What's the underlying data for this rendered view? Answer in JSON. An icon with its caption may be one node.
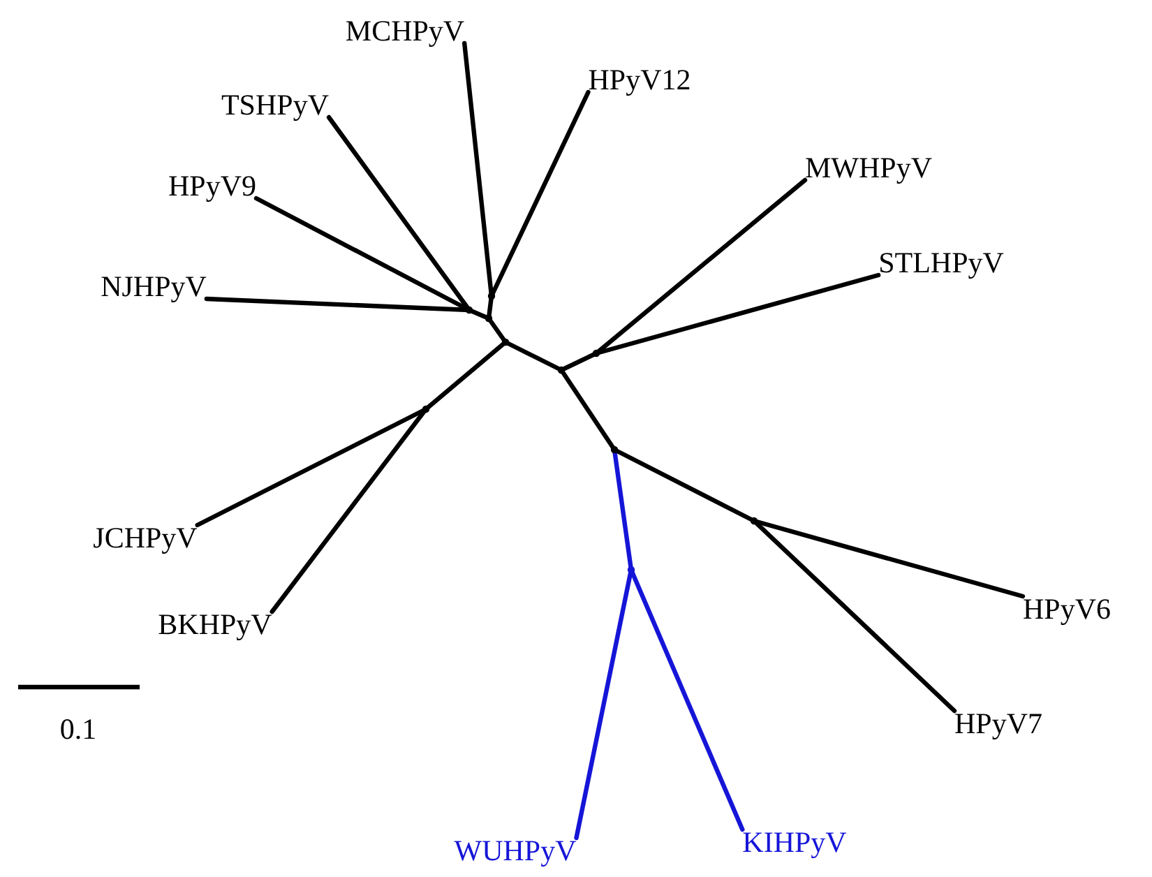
{
  "diagram": {
    "nodes": [
      {
        "text": [
          "MCHPyV"
        ]
      },
      {
        "text": [
          "HPyV12"
        ]
      },
      {
        "text": [
          "TSHPyV"
        ]
      },
      {
        "text": [
          "MWHPyV"
        ]
      },
      {
        "text": [
          "HPyV9"
        ]
      },
      {
        "text": [
          "STLHPyV"
        ]
      },
      {
        "text": [
          "NJHPyV"
        ]
      },
      {
        "text": [
          "JCHPyV"
        ]
      },
      {
        "text": [
          "BKHPyV"
        ]
      },
      {
        "text": [
          "HPyV6"
        ]
      },
      {
        "text": [
          "HPyV7"
        ]
      },
      {
        "text": [
          "KIHPyV"
        ]
      },
      {
        "text": [
          "WUHPyV"
        ]
      },
      {
        "text": [],
        "shape": "point"
      },
      {
        "text": [],
        "shape": "point"
      },
      {
        "text": [],
        "shape": "point"
      },
      {
        "text": [],
        "shape": "point"
      },
      {
        "text": [],
        "shape": "point"
      },
      {
        "text": [],
        "shape": "point"
      },
      {
        "text": [],
        "shape": "point"
      },
      {
        "text": [],
        "shape": "point"
      },
      {
        "text": [],
        "shape": "point"
      },
      {
        "text": [],
        "shape": "point"
      }
    ],
    "edges": [
      {
        "from": 16,
        "to": 0,
        "arrow": "none"
      },
      {
        "from": 16,
        "to": 1,
        "arrow": "none"
      },
      {
        "from": 14,
        "to": 2,
        "arrow": "none"
      },
      {
        "from": 14,
        "to": 4,
        "arrow": "none"
      },
      {
        "from": 14,
        "to": 6,
        "arrow": "none"
      },
      {
        "from": 15,
        "to": 14,
        "arrow": "none"
      },
      {
        "from": 15,
        "to": 16,
        "arrow": "none"
      },
      {
        "from": 17,
        "to": 15,
        "arrow": "none"
      },
      {
        "from": 17,
        "to": 13,
        "arrow": "none"
      },
      {
        "from": 13,
        "to": 7,
        "arrow": "none"
      },
      {
        "from": 13,
        "to": 8,
        "arrow": "none"
      },
      {
        "from": 17,
        "to": 18,
        "arrow": "none"
      },
      {
        "from": 18,
        "to": 19,
        "arrow": "none"
      },
      {
        "from": 19,
        "to": 3,
        "arrow": "none"
      },
      {
        "from": 19,
        "to": 5,
        "arrow": "none"
      },
      {
        "from": 18,
        "to": 20,
        "arrow": "none"
      },
      {
        "from": 20,
        "to": 21,
        "arrow": "none",
        "color": "#1515d8"
      },
      {
        "from": 21,
        "to": 12,
        "arrow": "none",
        "color": "#1515d8"
      },
      {
        "from": 21,
        "to": 11,
        "arrow": "none",
        "color": "#1515d8"
      },
      {
        "from": 20,
        "to": 22,
        "arrow": "none"
      },
      {
        "from": 22,
        "to": 9,
        "arrow": "none"
      },
      {
        "from": 22,
        "to": 10,
        "arrow": "none"
      }
    ],
    "labels": [
      "0.1"
    ]
  }
}
